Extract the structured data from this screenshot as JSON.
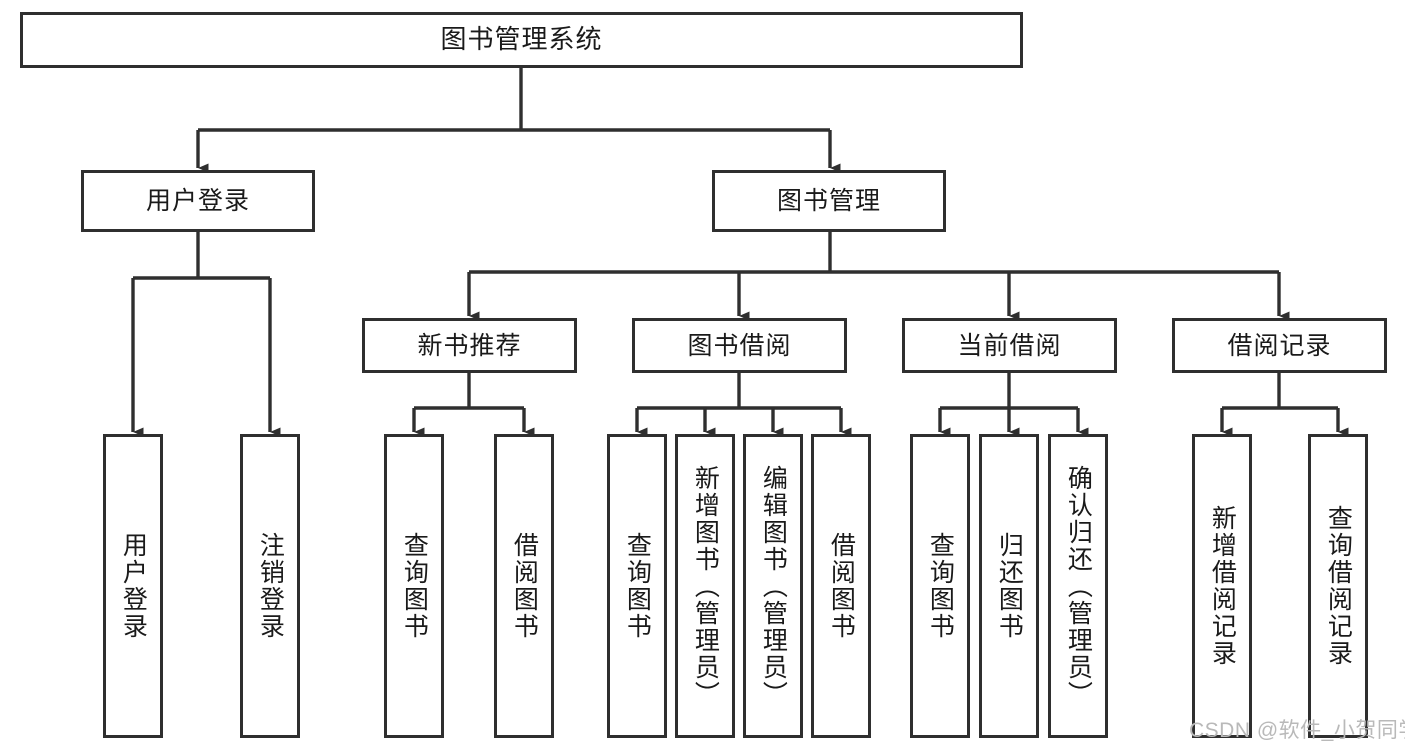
{
  "diagram": {
    "title": "图书管理系统",
    "type": "tree-hierarchy",
    "watermark": "CSDN @软件_小贺同学",
    "colors": {
      "border": "#2f2f2f",
      "background": "#ffffff",
      "text": "#1a1a1a",
      "watermark": "#b9b9b9"
    }
  },
  "level1": {
    "root": "图书管理系统"
  },
  "level2": [
    {
      "label": "用户登录"
    },
    {
      "label": "图书管理"
    }
  ],
  "level3": [
    {
      "label": "新书推荐"
    },
    {
      "label": "图书借阅"
    },
    {
      "label": "当前借阅"
    },
    {
      "label": "借阅记录"
    }
  ],
  "leaves": {
    "user_login": [
      {
        "label": "用户登录"
      },
      {
        "label": "注销登录"
      }
    ],
    "new_book_recommend": [
      {
        "label": "查询图书"
      },
      {
        "label": "借阅图书"
      }
    ],
    "book_borrow": [
      {
        "label": "查询图书"
      },
      {
        "label": "新增图书（管理员）"
      },
      {
        "label": "编辑图书（管理员）"
      },
      {
        "label": "借阅图书"
      }
    ],
    "current_borrow": [
      {
        "label": "查询图书"
      },
      {
        "label": "归还图书"
      },
      {
        "label": "确认归还（管理员）"
      }
    ],
    "borrow_records": [
      {
        "label": "新增借阅记录"
      },
      {
        "label": "查询借阅记录"
      }
    ]
  }
}
